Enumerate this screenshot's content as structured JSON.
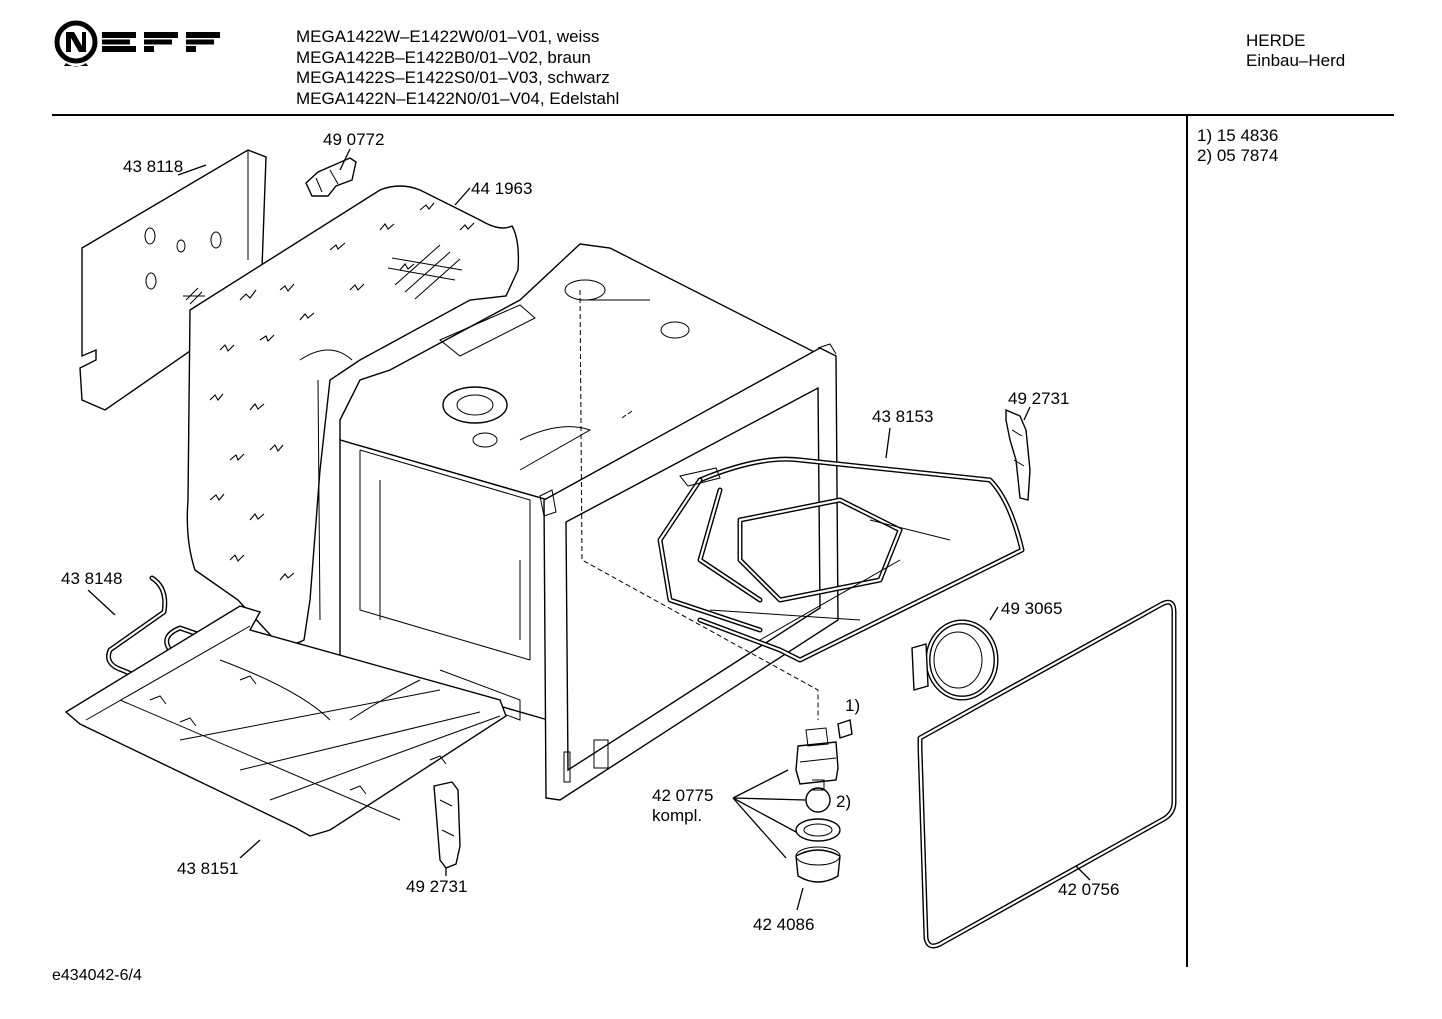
{
  "brand": {
    "logo_text": "NEFF"
  },
  "header": {
    "models": [
      "MEGA1422W–E1422W0/01–V01, weiss",
      "MEGA1422B–E1422B0/01–V02, braun",
      "MEGA1422S–E1422S0/01–V03, schwarz",
      "MEGA1422N–E1422N0/01–V04, Edelstahl"
    ],
    "category_line1": "HERDE",
    "category_line2": "Einbau–Herd"
  },
  "footnotes": [
    "1) 15 4836",
    "2) 05 7874"
  ],
  "parts": {
    "p438118": "43 8118",
    "p490772": "49 0772",
    "p441963": "44 1963",
    "p438153": "43 8153",
    "p492731_right": "49 2731",
    "p438148": "43 8148",
    "p493065": "49 3065",
    "ref1": "1)",
    "ref2": "2)",
    "p420775": "42 0775",
    "p420775_note": "kompl.",
    "p438151": "43 8151",
    "p492731_bottom": "49 2731",
    "p424086": "42 4086",
    "p420756": "42 0756"
  },
  "footer": {
    "doc_id": "e434042-6/4"
  }
}
